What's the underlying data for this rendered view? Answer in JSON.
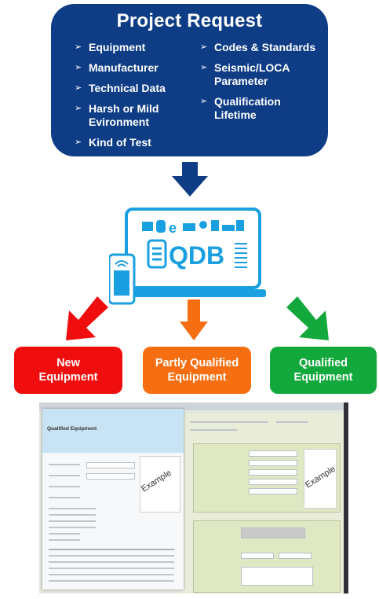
{
  "project_request": {
    "title": "Project Request",
    "col1": [
      "Equipment",
      "Manufacturer",
      "Technical Data",
      "Harsh or Mild Evironment",
      "Kind of Test"
    ],
    "col2": [
      "Codes & Standards",
      "Seismic/LOCA Parameter",
      "Qualification Lifetime"
    ]
  },
  "qdb": {
    "label": "QDB"
  },
  "outcomes": {
    "new": "New Equipment",
    "partly": "Partly Qualified Equipment",
    "qualified": "Qualified Equipment"
  },
  "screenshot": {
    "left_title": "Qualified Equipment",
    "watermark_left": "Example",
    "watermark_right": "Example"
  },
  "colors": {
    "request_box": "#0e3d86",
    "arrow_down": "#0e3d86",
    "qdb_blue": "#1aa0e0",
    "new": "#f00d0d",
    "partly": "#f56f12",
    "qualified": "#13a83c"
  }
}
